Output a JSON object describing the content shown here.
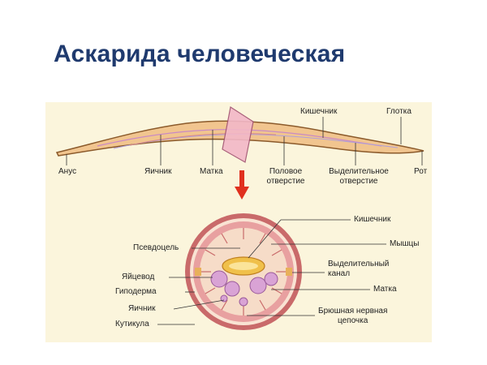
{
  "title": "Аскарида человеческая",
  "colors": {
    "title": "#1f3a6e",
    "panel_bg": "#fbf5dc",
    "worm_body": "#f1c58f",
    "worm_outline": "#8b5a2b",
    "cross_section_fill": "#f6dcc8",
    "muscle_ring": "#c96a6a",
    "intestine": "#f0c04a",
    "eggs": "#c98ac4",
    "arrow": "#e0301e"
  },
  "top_labels": {
    "anus": "Анус",
    "ovary": "Яичник",
    "uterus": "Матка",
    "genital_opening": [
      "Половое",
      "отверстие"
    ],
    "excretory_opening": [
      "Выделительное",
      "отверстие"
    ],
    "mouth": "Рот",
    "intestine": "Кишечник",
    "pharynx": "Глотка"
  },
  "section_labels_left": {
    "pseudocoel": "Псевдоцель",
    "oviduct": "Яйцевод",
    "hypodermis": "Гиподерма",
    "ovary": "Яичник",
    "cuticle": "Кутикула"
  },
  "section_labels_right": {
    "intestine": "Кишечник",
    "muscles": "Мышцы",
    "excretory_canal": [
      "Выделительный",
      "канал"
    ],
    "uterus": "Матка",
    "nerve_cord": [
      "Брюшная нервная",
      "цепочка"
    ]
  }
}
